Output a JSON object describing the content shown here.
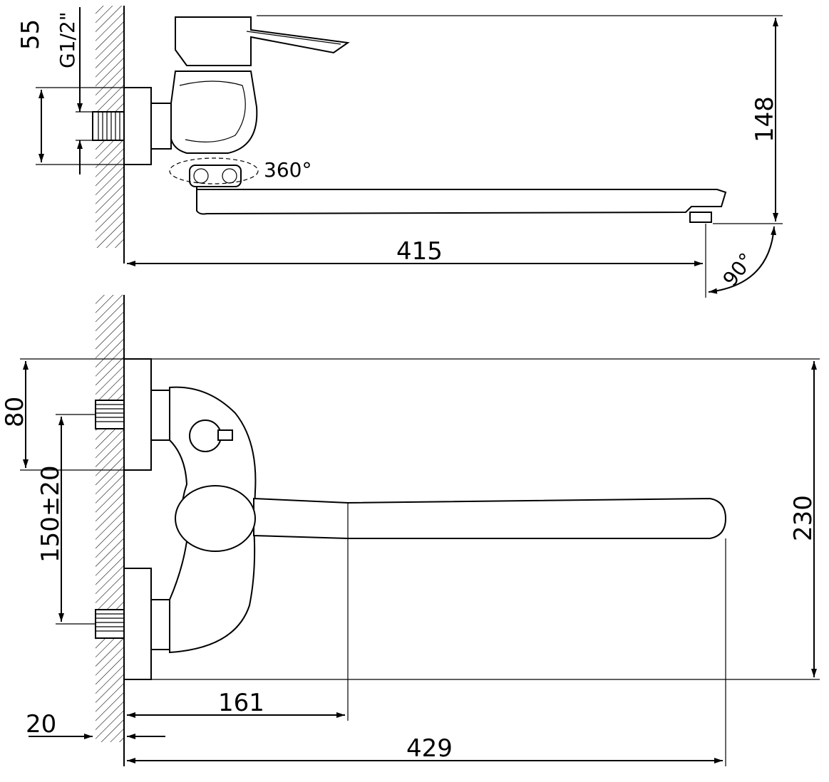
{
  "dimensions": {
    "side": {
      "height_55": "55",
      "thread": "G1/2\"",
      "rotation": "360°",
      "height_148": "148",
      "reach_415": "415",
      "angle": "90°"
    },
    "front": {
      "height_80": "80",
      "spacing": "150±20",
      "height_230": "230",
      "dist_161": "161",
      "wall_20": "20",
      "reach_429": "429"
    }
  }
}
